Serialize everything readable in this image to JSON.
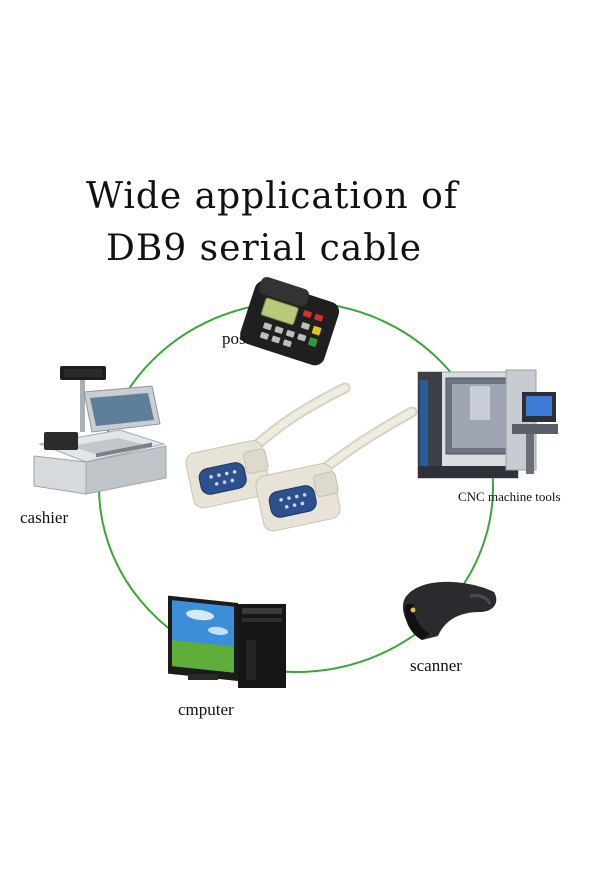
{
  "title": {
    "line1": "Wide application of",
    "line2": "DB9 serial cable"
  },
  "nodes": {
    "pos": "pos",
    "cnc": "CNC machine tools",
    "scanner": "scanner",
    "computer": "cmputer",
    "cashier": "cashier"
  },
  "colors": {
    "ring": "#3aa53a",
    "cable": "#e9e6da",
    "connector_blue": "#2d4f8c"
  }
}
